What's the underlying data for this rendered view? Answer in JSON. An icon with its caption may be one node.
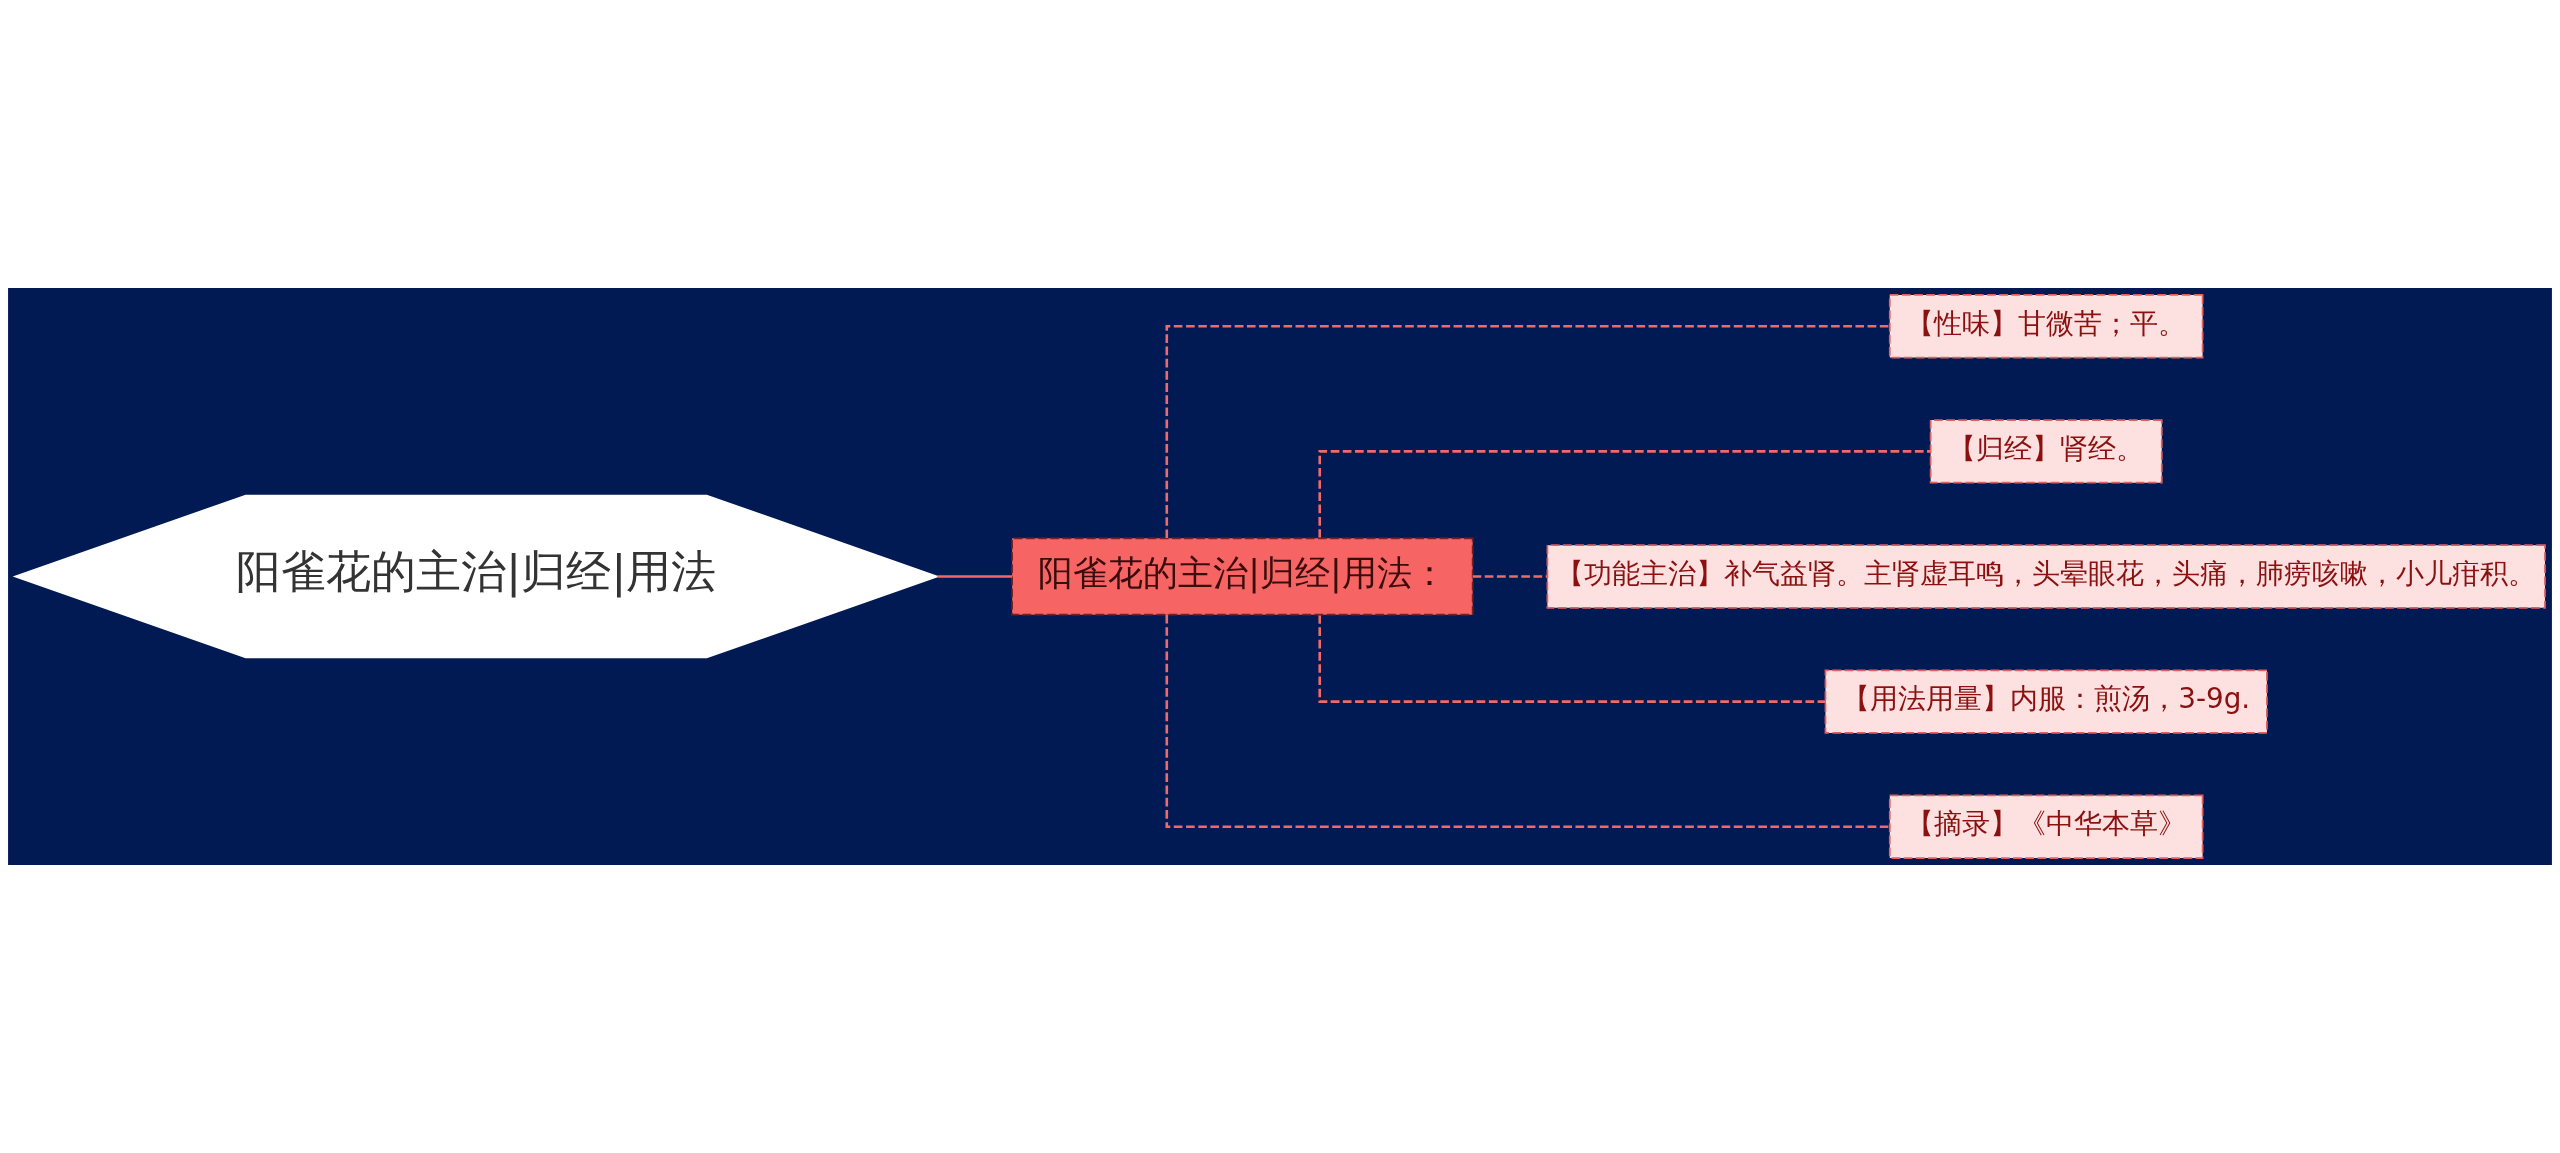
{
  "diagram": {
    "nodes": [
      {
        "text": [
          "阳雀花的主治|归经|用法"
        ]
      },
      {
        "text": [
          "阳雀花的主治|归经|用法："
        ]
      },
      {
        "text": [
          "【性味】甘微苦；平。"
        ]
      },
      {
        "text": [
          "【归经】肾经。"
        ]
      },
      {
        "text": [
          "【功能主治】补气益肾。主肾虚耳鸣，头晕眼花，头痛，肺痨咳嗽，小儿疳积。"
        ]
      },
      {
        "text": [
          "【用法用量】内服：煎汤，3-9g."
        ]
      },
      {
        "text": [
          "【摘录】《中华本草》"
        ]
      }
    ],
    "edges": [
      {
        "from": 0,
        "to": 1,
        "arrow": "none"
      },
      {
        "from": 1,
        "to": 2,
        "arrow": "none",
        "style": "dashed"
      },
      {
        "from": 1,
        "to": 3,
        "arrow": "none",
        "style": "dashed"
      },
      {
        "from": 1,
        "to": 4,
        "arrow": "none",
        "style": "dashed"
      },
      {
        "from": 1,
        "to": 5,
        "arrow": "none",
        "style": "dashed"
      },
      {
        "from": 1,
        "to": 6,
        "arrow": "none",
        "style": "dashed"
      }
    ]
  }
}
